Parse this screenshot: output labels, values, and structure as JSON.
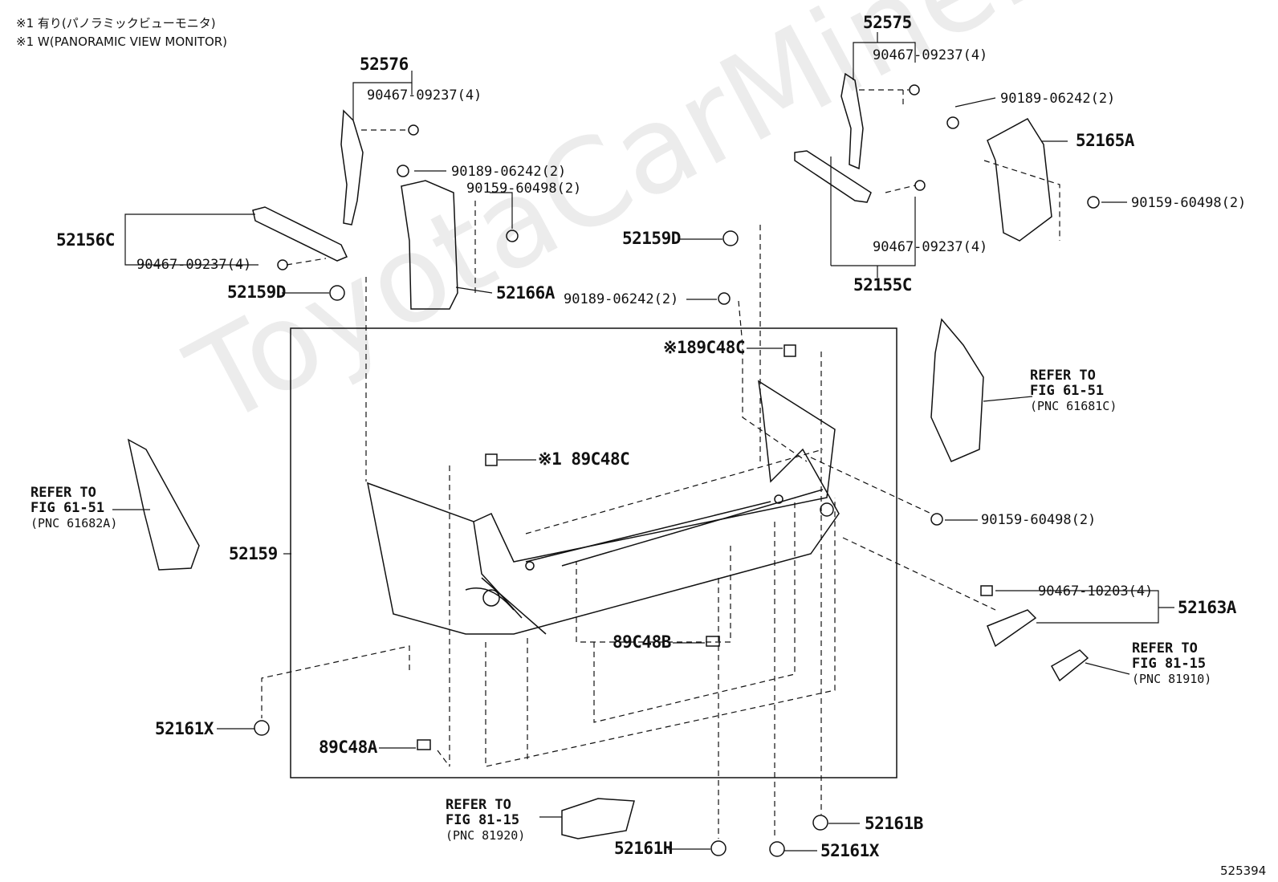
{
  "notes": [
    "※1 有り(パノラミックビューモニタ)",
    "※1 W(PANORAMIC VIEW MONITOR)"
  ],
  "watermark": "ToyotaCarMiner.ru",
  "diagram_id": "525394",
  "labels": {
    "p52576": "52576",
    "p52575": "52575",
    "b1": "90467-09237(4)",
    "b2": "90467-09237(4)",
    "b3": "90467-09237(4)",
    "b4": "90467-09237(4)",
    "s1": "90189-06242(2)",
    "s2": "90189-06242(2)",
    "s3": "90189-06242(2)",
    "n1": "90159-60498(2)",
    "n2": "90159-60498(2)",
    "n3": "90159-60498(2)",
    "p52156C": "52156C",
    "p52155C": "52155C",
    "p52165A": "52165A",
    "p52166A": "52166A",
    "p52159D_a": "52159D",
    "p52159D_b": "52159D",
    "p89C48C_a": "※189C48C",
    "p89C48C_b": "※1 89C48C",
    "p52159": "52159",
    "p89C48B": "89C48B",
    "p89C48A": "89C48A",
    "p52161X_a": "52161X",
    "p52161X_b": "52161X",
    "p52161H": "52161H",
    "p52161B": "52161B",
    "p90467_10203": "90467-10203(4)",
    "p52163A": "52163A"
  },
  "refs": {
    "ref_left": {
      "line1": "REFER TO",
      "line2": "FIG 61-51",
      "line3": "(PNC 61682A)"
    },
    "ref_right": {
      "line1": "REFER TO",
      "line2": "FIG 61-51",
      "line3": "(PNC 61681C)"
    },
    "ref_81910": {
      "line1": "REFER TO",
      "line2": "FIG 81-15",
      "line3": "(PNC 81910)"
    },
    "ref_81920": {
      "line1": "REFER TO",
      "line2": "FIG 81-15",
      "line3": "(PNC 81920)"
    }
  }
}
